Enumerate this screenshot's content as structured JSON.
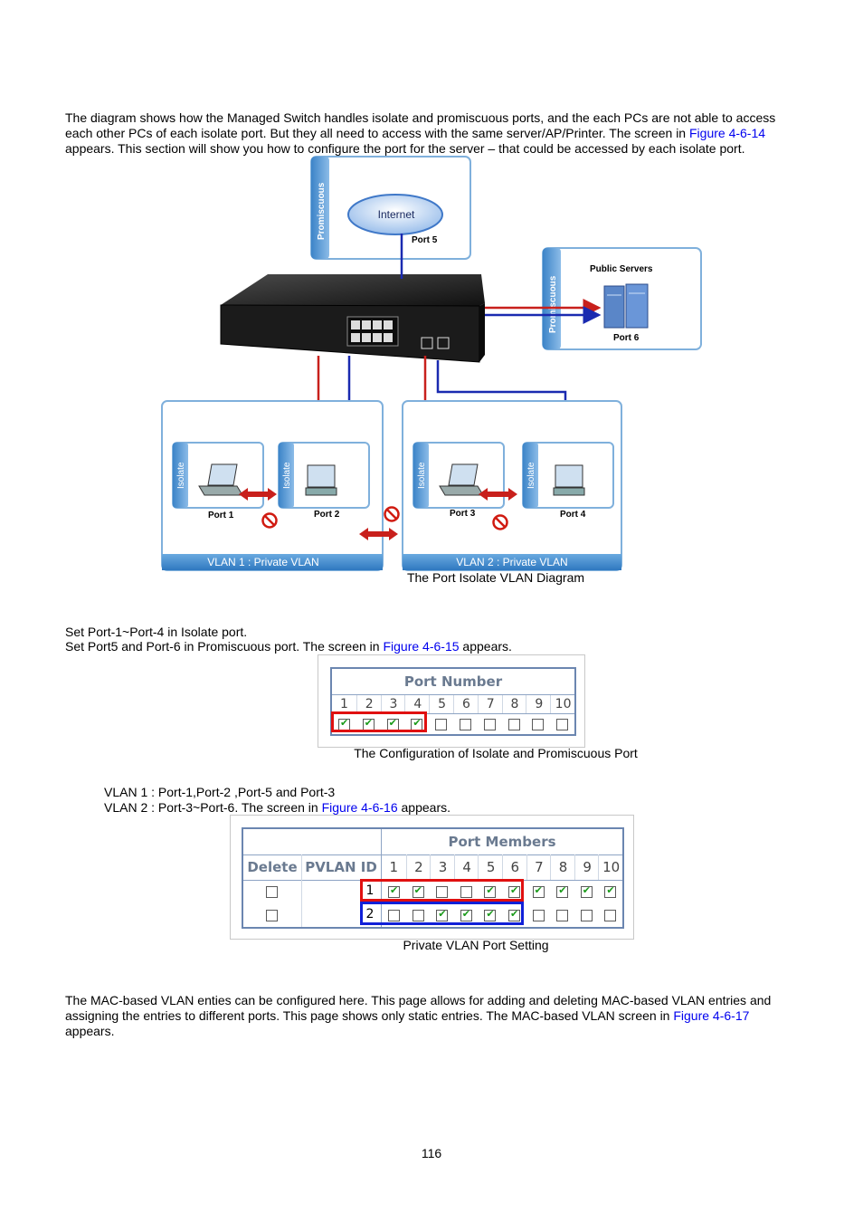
{
  "intro": {
    "line1": "The diagram shows how the Managed Switch handles isolate and promiscuous ports, and the each PCs are not able to access",
    "line2_a": "each other PCs of each isolate port. But they all need to access with the same server/AP/Printer. The screen in ",
    "line2_link": "Figure 4-6-14",
    "line3": "appears. This section will show you how to configure the port for the server – that could be accessed by each isolate port."
  },
  "diagram": {
    "promiscuous": "Promiscuous",
    "internet": "Internet",
    "port5": "Port 5",
    "public_servers": "Public Servers",
    "port6": "Port 6",
    "isolate": "Isolate",
    "port1": "Port 1",
    "port2": "Port 2",
    "port3": "Port 3",
    "port4": "Port 4",
    "vlan1": "VLAN 1 : Private VLAN",
    "vlan2": "VLAN 2 : Private VLAN",
    "caption": "The Port Isolate VLAN Diagram"
  },
  "step1": {
    "line1": "Set Port-1~Port-4 in Isolate port.",
    "line2_a": "Set Port5 and Port-6 in Promiscuous port. The screen in ",
    "line2_link": "Figure 4-6-15",
    "line2_b": " appears."
  },
  "port_config": {
    "header": "Port Number",
    "ports": [
      "1",
      "2",
      "3",
      "4",
      "5",
      "6",
      "7",
      "8",
      "9",
      "10"
    ],
    "checked": [
      true,
      true,
      true,
      true,
      false,
      false,
      false,
      false,
      false,
      false
    ],
    "caption": "The Configuration of Isolate and Promiscuous Port"
  },
  "step2": {
    "line1": "VLAN 1 : Port-1,Port-2 ,Port-5 and Port-3",
    "line2_a": "VLAN 2 : Port-3~Port-6. The screen in ",
    "line2_link": "Figure 4-6-16",
    "line2_b": " appears."
  },
  "pvlan": {
    "header_members": "Port Members",
    "col_delete": "Delete",
    "col_id": "PVLAN ID",
    "ports": [
      "1",
      "2",
      "3",
      "4",
      "5",
      "6",
      "7",
      "8",
      "9",
      "10"
    ],
    "rows": [
      {
        "id": "1",
        "members": [
          true,
          true,
          false,
          false,
          true,
          true,
          true,
          true,
          true,
          true
        ]
      },
      {
        "id": "2",
        "members": [
          false,
          false,
          true,
          true,
          true,
          true,
          false,
          false,
          false,
          false
        ]
      }
    ],
    "caption": "Private VLAN Port Setting"
  },
  "mac": {
    "line1": "The MAC-based VLAN enties can be configured here. This page allows for adding and deleting MAC-based VLAN entries and",
    "line2_a": "assigning the entries to different ports. This page shows only static entries. The MAC-based VLAN screen in ",
    "line2_link": "Figure 4-6-17",
    "line3": "appears."
  },
  "page_number": "116",
  "colors": {
    "link": "#0000ee",
    "red_line": "#c8201c",
    "blue_line": "#1a2ab0",
    "panel_border": "#7fb0dc"
  }
}
